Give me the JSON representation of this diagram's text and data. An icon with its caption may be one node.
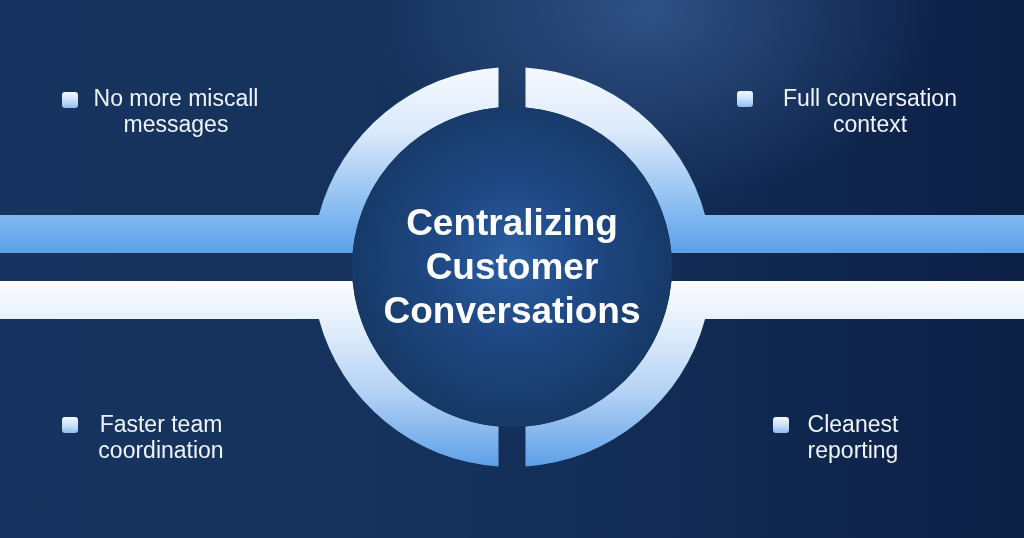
{
  "diagram": {
    "nodes": [
      {
        "text": [
          "Centralizing Customer Conversations"
        ]
      }
    ],
    "labels": [
      "No more miscall messages",
      "Full conversation context",
      "Faster team coordination",
      "Cleanest reporting"
    ]
  }
}
